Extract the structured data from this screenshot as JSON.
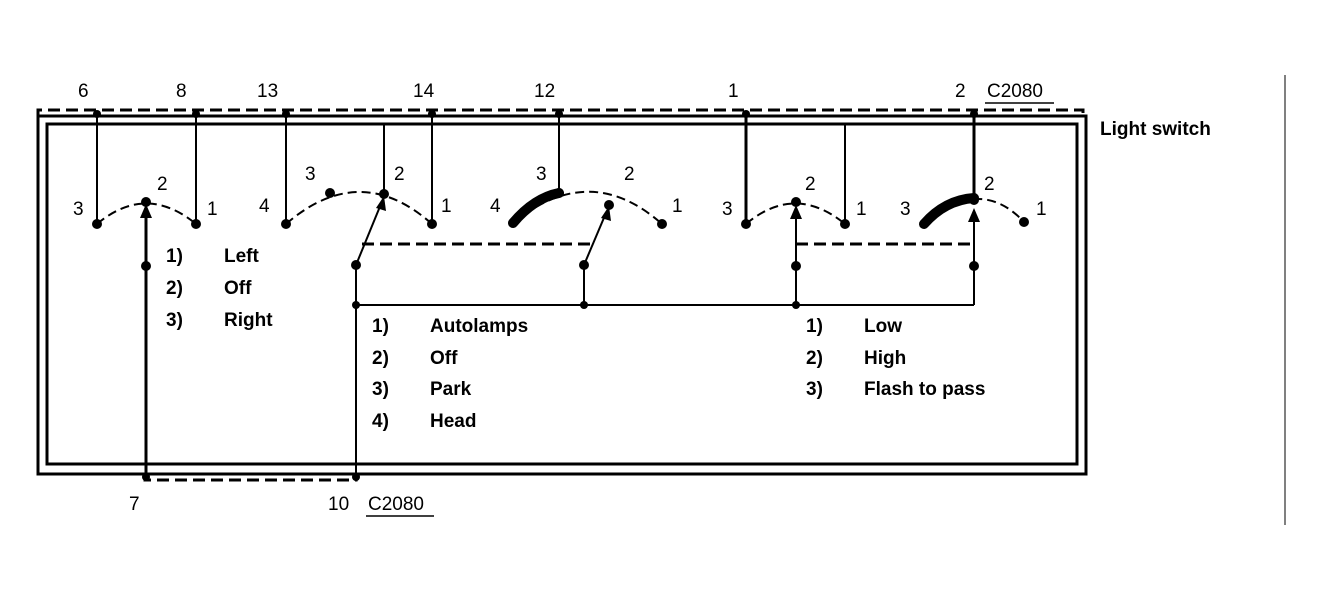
{
  "title": "Light switch",
  "connectors": {
    "top": "C2080",
    "bottom": "C2080"
  },
  "top_pins": [
    "6",
    "8",
    "13",
    "14",
    "12",
    "1",
    "2"
  ],
  "bottom_pins": [
    "7",
    "10"
  ],
  "switch_positions": {
    "turn": [
      "3",
      "2",
      "1"
    ],
    "headlamp_a": [
      "4",
      "3",
      "2",
      "1"
    ],
    "headlamp_b": [
      "4",
      "3",
      "2",
      "1"
    ],
    "dimmer_a": [
      "3",
      "2",
      "1"
    ],
    "dimmer_b": [
      "3",
      "2",
      "1"
    ]
  },
  "legends": {
    "turn": [
      {
        "num": "1)",
        "label": "Left"
      },
      {
        "num": "2)",
        "label": "Off"
      },
      {
        "num": "3)",
        "label": "Right"
      }
    ],
    "headlamp": [
      {
        "num": "1)",
        "label": "Autolamps"
      },
      {
        "num": "2)",
        "label": "Off"
      },
      {
        "num": "3)",
        "label": "Park"
      },
      {
        "num": "4)",
        "label": "Head"
      }
    ],
    "dimmer": [
      {
        "num": "1)",
        "label": "Low"
      },
      {
        "num": "2)",
        "label": "High"
      },
      {
        "num": "3)",
        "label": "Flash to pass"
      }
    ]
  }
}
